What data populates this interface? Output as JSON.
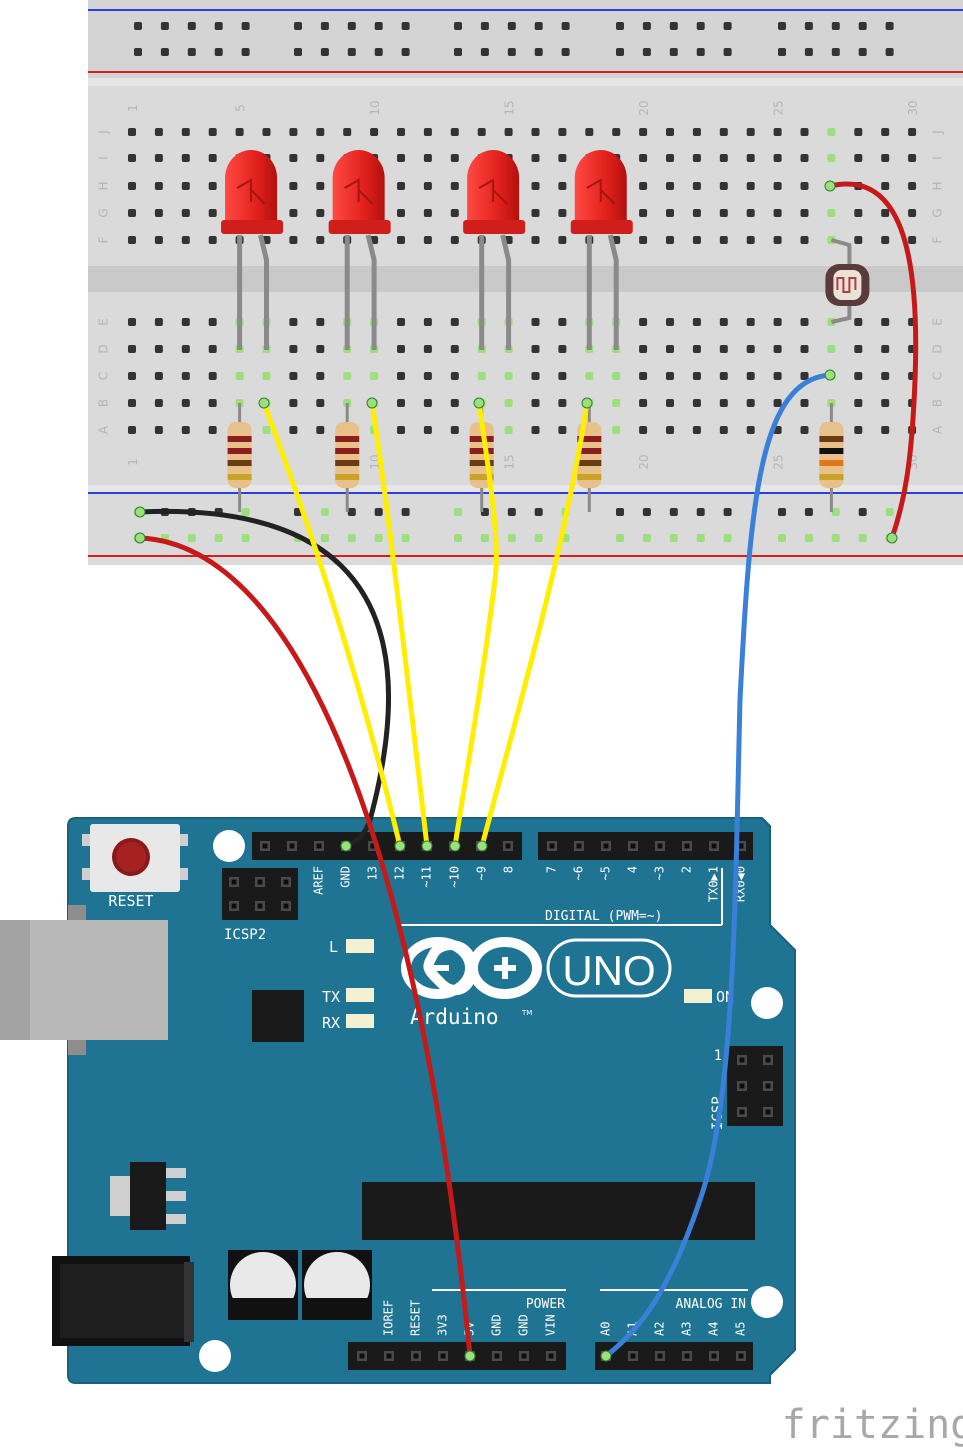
{
  "breadboard": {
    "col_numbers": [
      "1",
      "5",
      "10",
      "15",
      "20",
      "25",
      "30"
    ],
    "row_letters_top": [
      "J",
      "I",
      "H",
      "G",
      "F"
    ],
    "row_letters_bottom": [
      "E",
      "D",
      "C",
      "B",
      "A"
    ]
  },
  "arduino": {
    "reset_label": "RESET",
    "icsp2_label": "ICSP2",
    "icsp_label": "ICSP",
    "icsp_pin1": "1",
    "led_l": "L",
    "led_tx": "TX",
    "led_rx": "RX",
    "led_on": "ON",
    "logo_text": "Arduino",
    "tm": "TM",
    "uno_text": "UNO",
    "digital_label": "DIGITAL (PWM=~)",
    "power_label": "POWER",
    "analog_label": "ANALOG IN",
    "digital_pins_left": [
      "AREF",
      "GND",
      "13",
      "12",
      "~11",
      "~10",
      "~9",
      "8"
    ],
    "digital_pins_right": [
      "7",
      "~6",
      "~5",
      "4",
      "~3",
      "2",
      "TX0▶1",
      "RX0◀0"
    ],
    "power_pins": [
      "IOREF",
      "RESET",
      "3V3",
      "5V",
      "GND",
      "GND",
      "VIN"
    ],
    "analog_pins": [
      "A0",
      "A1",
      "A2",
      "A3",
      "A4",
      "A5"
    ]
  },
  "watermark": "fritzing",
  "colors": {
    "board": "#1f7493",
    "breadboard": "#d9d9d9",
    "wire_red": "#c61a1a",
    "wire_black": "#222222",
    "wire_yellow": "#ffee00",
    "wire_blue": "#3a7fd8",
    "led_red": "#e2211c",
    "rail_red": "#d21f1f",
    "rail_blue": "#2d3fd8"
  }
}
